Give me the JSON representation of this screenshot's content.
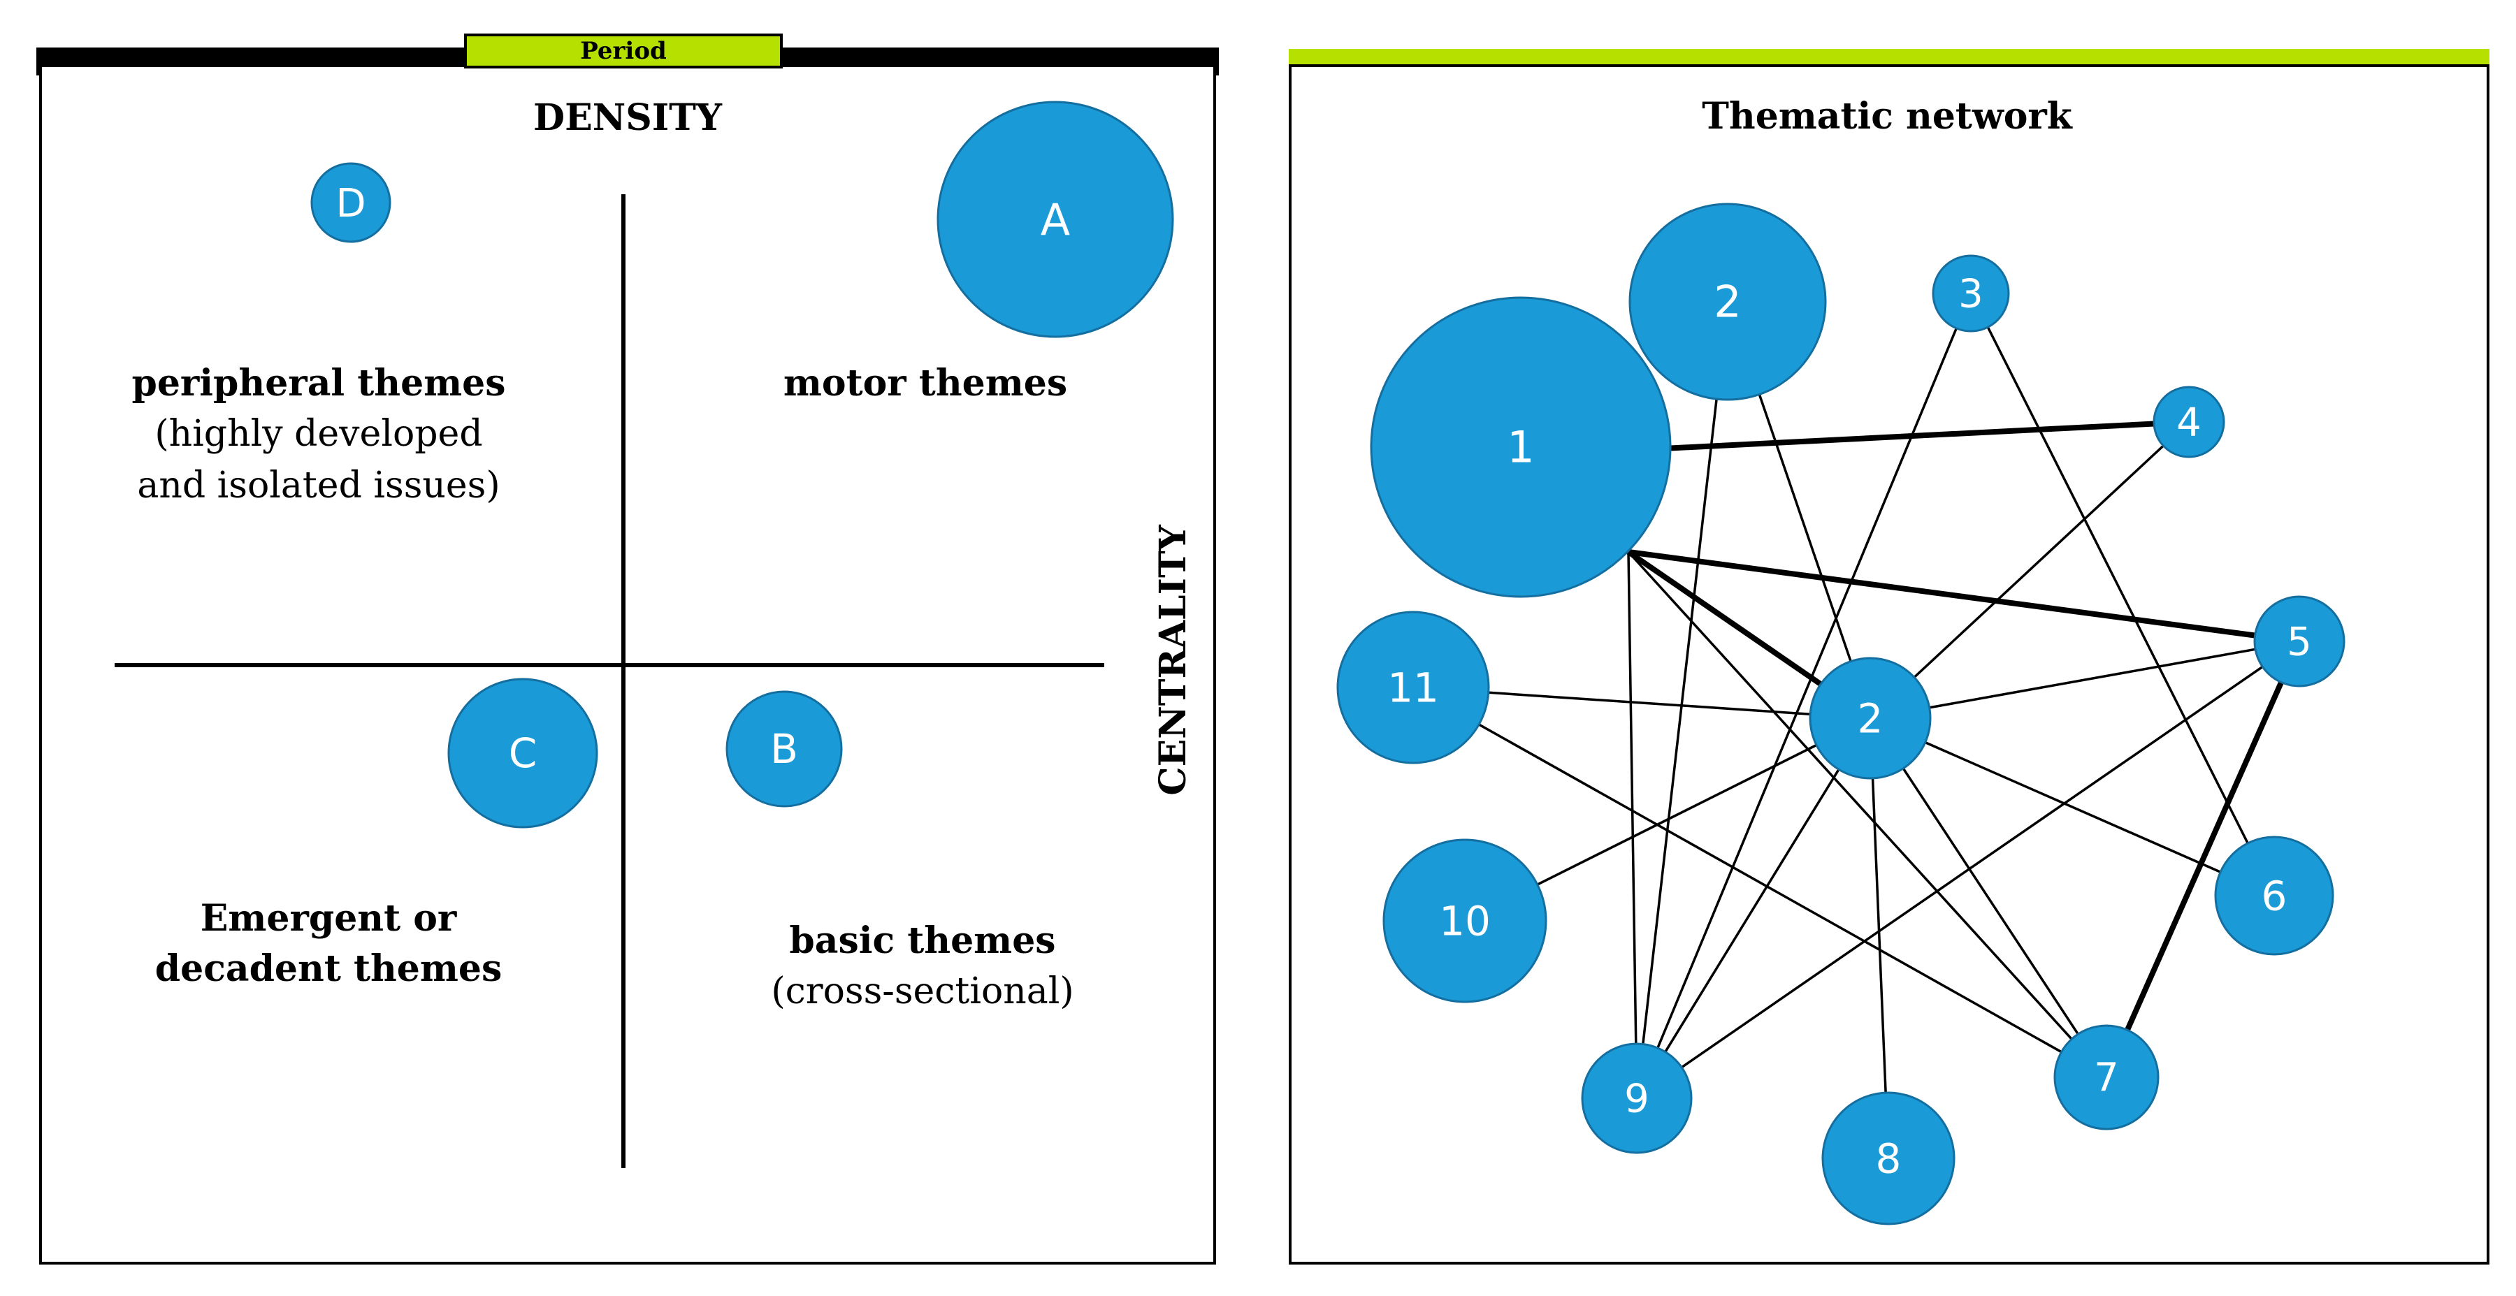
{
  "strategic_diagram": {
    "period_label": "Period",
    "density_label": "DENSITY",
    "centrality_label": "CENTRALITY",
    "quadrants": {
      "peripheral_title": "peripheral themes",
      "peripheral_line1": "(highly developed",
      "peripheral_line2": "and isolated issues)",
      "motor_title": "motor themes",
      "emergent_line1": "Emergent or",
      "emergent_line2": "decadent themes",
      "basic_title": "basic themes",
      "basic_sub": "(cross-sectional)"
    },
    "themes": [
      {
        "id": "A",
        "label": "A"
      },
      {
        "id": "B",
        "label": "B"
      },
      {
        "id": "C",
        "label": "C"
      },
      {
        "id": "D",
        "label": "D"
      }
    ]
  },
  "thematic_network": {
    "title": "Thematic network",
    "nodes": [
      {
        "id": "n1",
        "label": "1"
      },
      {
        "id": "n2top",
        "label": "2"
      },
      {
        "id": "n3",
        "label": "3"
      },
      {
        "id": "n4",
        "label": "4"
      },
      {
        "id": "n5",
        "label": "5"
      },
      {
        "id": "n2center",
        "label": "2"
      },
      {
        "id": "n11",
        "label": "11"
      },
      {
        "id": "n6",
        "label": "6"
      },
      {
        "id": "n10",
        "label": "10"
      },
      {
        "id": "n9",
        "label": "9"
      },
      {
        "id": "n7",
        "label": "7"
      },
      {
        "id": "n8",
        "label": "8"
      }
    ],
    "edges": [
      {
        "from": "n1",
        "to": "n4",
        "weight": "thick"
      },
      {
        "from": "n1",
        "to": "n2center",
        "weight": "thick"
      },
      {
        "from": "n1",
        "to": "n5",
        "weight": "thick"
      },
      {
        "from": "n1",
        "to": "n9",
        "weight": "thin"
      },
      {
        "from": "n1",
        "to": "n7",
        "weight": "thin"
      },
      {
        "from": "n2top",
        "to": "n9",
        "weight": "thin"
      },
      {
        "from": "n2top",
        "to": "n2center",
        "weight": "thin"
      },
      {
        "from": "n3",
        "to": "n9",
        "weight": "thin"
      },
      {
        "from": "n3",
        "to": "n6",
        "weight": "thin"
      },
      {
        "from": "n4",
        "to": "n2center",
        "weight": "thin"
      },
      {
        "from": "n5",
        "to": "n2center",
        "weight": "thin"
      },
      {
        "from": "n5",
        "to": "n9",
        "weight": "thin"
      },
      {
        "from": "n5",
        "to": "n7",
        "weight": "thick"
      },
      {
        "from": "n11",
        "to": "n2center",
        "weight": "thin"
      },
      {
        "from": "n11",
        "to": "n7",
        "weight": "thin"
      },
      {
        "from": "n2center",
        "to": "n10",
        "weight": "thin"
      },
      {
        "from": "n2center",
        "to": "n6",
        "weight": "thin"
      },
      {
        "from": "n2center",
        "to": "n7",
        "weight": "thin"
      },
      {
        "from": "n2center",
        "to": "n8",
        "weight": "thin"
      },
      {
        "from": "n2center",
        "to": "n9",
        "weight": "thin"
      }
    ]
  },
  "colors": {
    "node_fill": "#1a9ad6",
    "node_stroke": "#146fa0",
    "accent_bar": "#b5e000",
    "frame": "#000000"
  }
}
